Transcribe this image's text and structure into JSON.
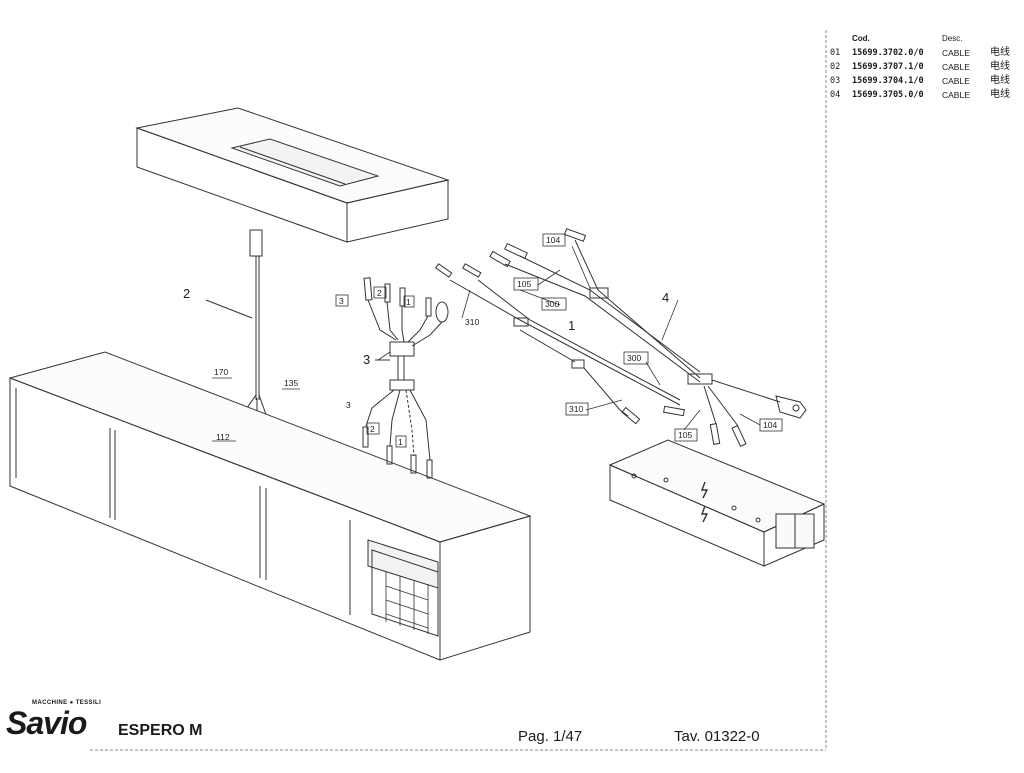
{
  "parts_table": {
    "header": {
      "code": "Cod.",
      "desc": "Desc."
    },
    "rows": [
      {
        "no": "01",
        "code": "15699.3702.0/0",
        "desc": "CABLE",
        "desc_cn": "电线"
      },
      {
        "no": "02",
        "code": "15699.3707.1/0",
        "desc": "CABLE",
        "desc_cn": "电线"
      },
      {
        "no": "03",
        "code": "15699.3704.1/0",
        "desc": "CABLE",
        "desc_cn": "电线"
      },
      {
        "no": "04",
        "code": "15699.3705.0/0",
        "desc": "CABLE",
        "desc_cn": "电线"
      }
    ]
  },
  "callouts": {
    "c1": "1",
    "c2": "2",
    "c3": "3",
    "c4": "4",
    "b3a": "3",
    "b2a": "2",
    "b1a": "1",
    "b3b": "3",
    "b2b": "2",
    "b1b": "1",
    "b170": "170",
    "b135": "135",
    "b112": "112",
    "b104a": "104",
    "b105a": "105",
    "b300a": "300",
    "b310a": "310",
    "b300b": "300",
    "b310b": "310",
    "b105b": "105",
    "b104b": "104"
  },
  "footer": {
    "brand_sub": "MACCHINE ● TESSILI",
    "brand": "Savio",
    "model": "ESPERO M",
    "page": "Pag. 1/47",
    "tav": "Tav. 01322-0"
  }
}
